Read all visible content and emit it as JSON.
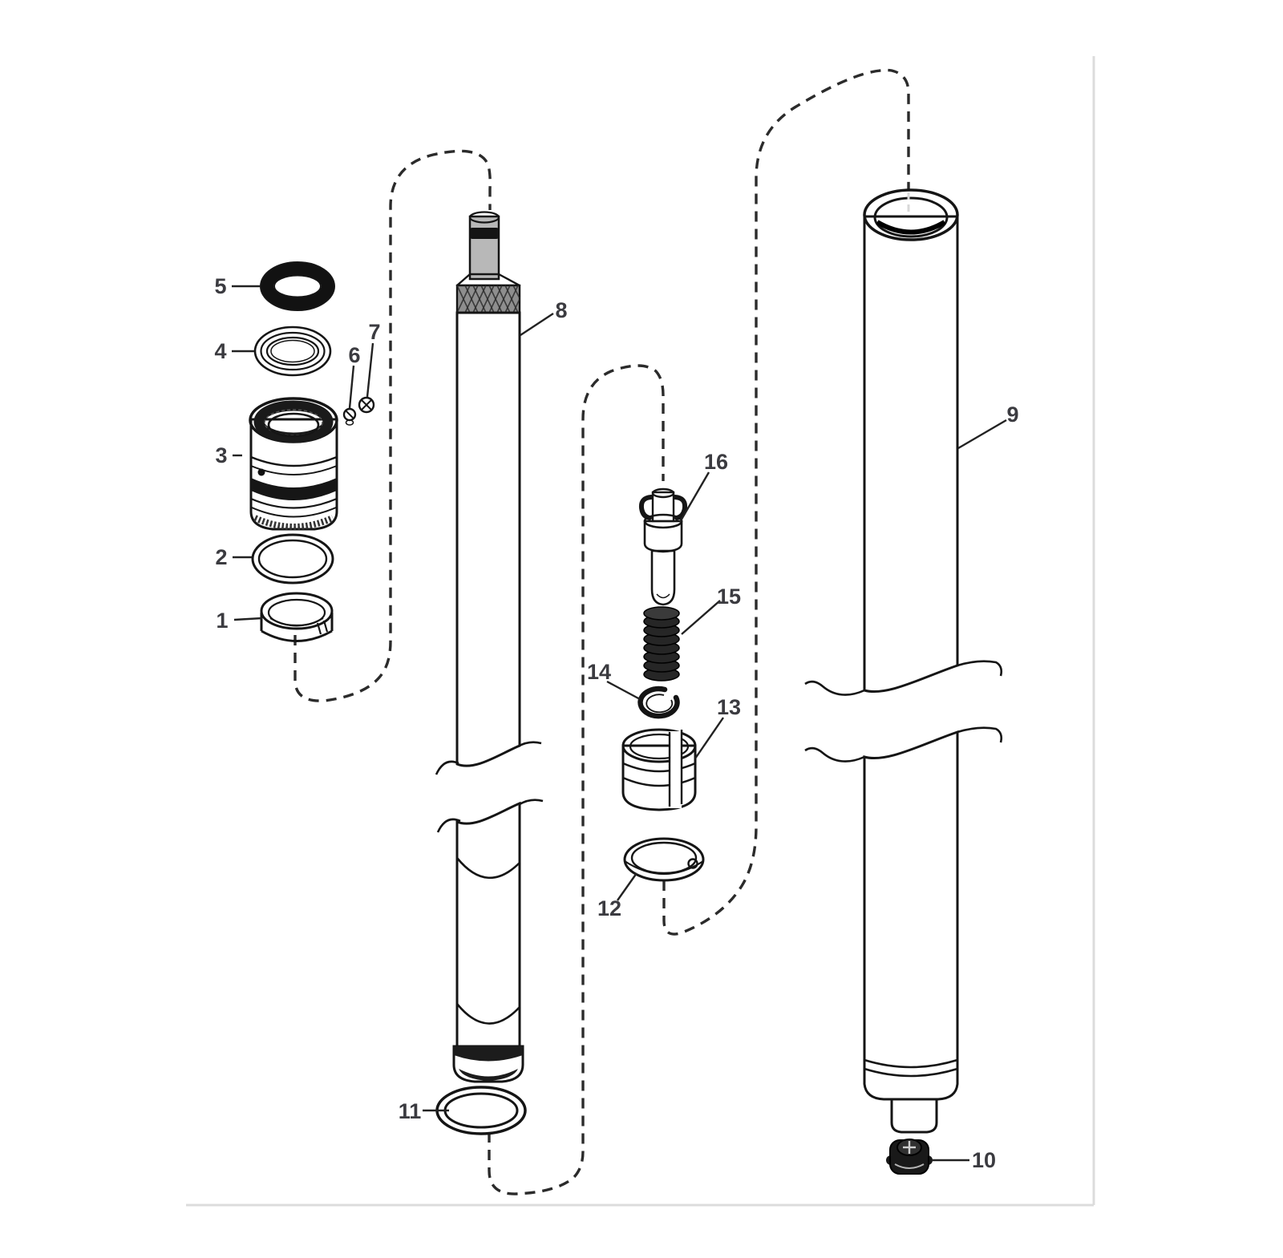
{
  "diagram": {
    "background": "#ffffff",
    "colors": {
      "outline": "#151515",
      "rod_fill": "#a5a5a5",
      "rod_stub_fill": "#b8b8b8",
      "tube_fill": "#5a5a5a",
      "tube_rim_fill": "#2b2b2b",
      "spring_fill": "#262626",
      "seal_fill": "#121212",
      "nut_fill": "#191919",
      "label": "#3b3b40",
      "dash": "#2b2b2b",
      "frame_border": "#dcdcdc"
    },
    "callouts": [
      {
        "label": "1"
      },
      {
        "label": "2"
      },
      {
        "label": "3"
      },
      {
        "label": "4"
      },
      {
        "label": "5"
      },
      {
        "label": "6"
      },
      {
        "label": "7"
      },
      {
        "label": "8"
      },
      {
        "label": "9"
      },
      {
        "label": "10"
      },
      {
        "label": "11"
      },
      {
        "label": "12"
      },
      {
        "label": "13"
      },
      {
        "label": "14"
      },
      {
        "label": "15"
      },
      {
        "label": "16"
      }
    ]
  }
}
